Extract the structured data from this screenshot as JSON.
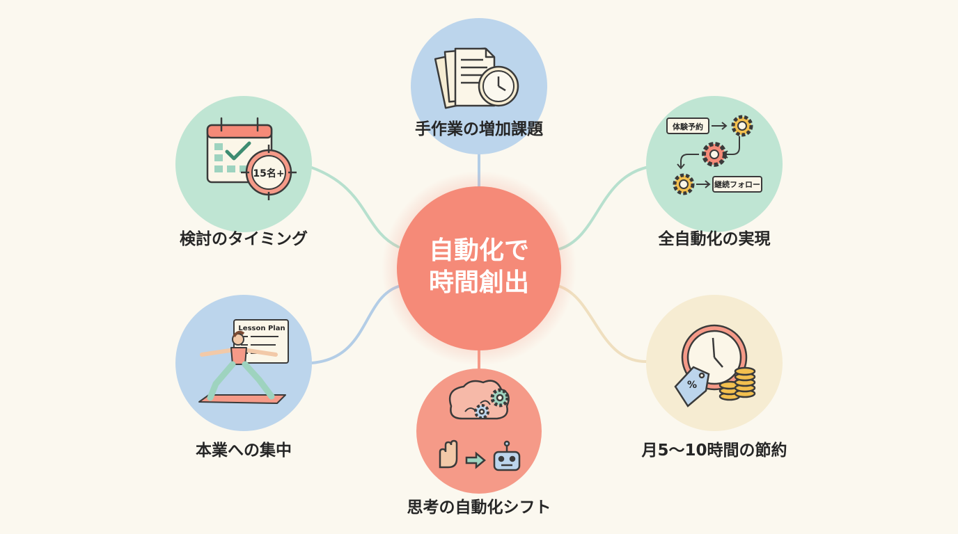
{
  "center": {
    "line1": "自動化で",
    "line2": "時間創出"
  },
  "nodes": {
    "manual_work": {
      "label": "手作業の増加課題"
    },
    "timing": {
      "label": "検討のタイミング",
      "badge": "15名+"
    },
    "full_auto": {
      "label": "全自動化の実現",
      "flow_box_1": "体験予約",
      "flow_box_2": "継続フォロー"
    },
    "focus": {
      "label": "本業への集中",
      "board_title": "Lesson Plan"
    },
    "savings": {
      "label": "月5〜10時間の節約",
      "tag_symbol": "%"
    },
    "mindset": {
      "label": "思考の自動化シフト"
    }
  },
  "colors": {
    "background": "#fbf8ef",
    "center": "#f58a78",
    "blue": "#bcd5ec",
    "green": "#bfe5d3",
    "coral": "#f59a88",
    "cream": "#f6ecd2",
    "line_blue": "#b3cde6",
    "line_green": "#b7e0ce",
    "line_cream": "#efdfbf"
  }
}
